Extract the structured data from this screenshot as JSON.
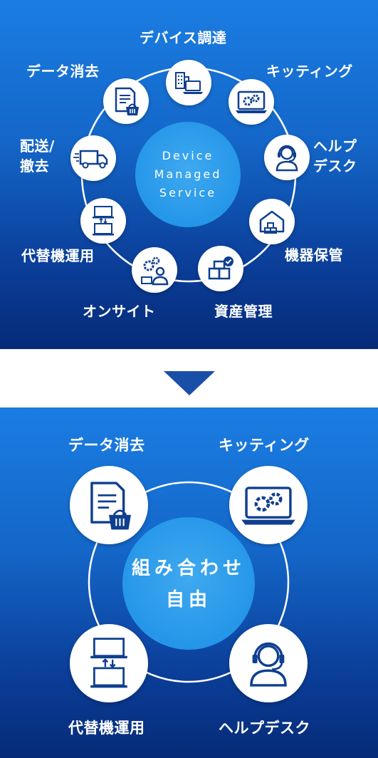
{
  "top_diagram": {
    "center_lines": [
      "Device",
      "Managed",
      "Service"
    ],
    "services": [
      {
        "label": "デバイス調達",
        "icon": "building-laptop-icon"
      },
      {
        "label": "キッティング",
        "icon": "laptop-gears-icon"
      },
      {
        "label": "ヘルプ\nデスク",
        "icon": "headset-operator-icon"
      },
      {
        "label": "機器保管",
        "icon": "warehouse-boxes-icon"
      },
      {
        "label": "資産管理",
        "icon": "boxes-check-icon"
      },
      {
        "label": "オンサイト",
        "icon": "gears-worker-icon"
      },
      {
        "label": "代替機運用",
        "icon": "laptop-swap-icon"
      },
      {
        "label": "配送/\n撤去",
        "icon": "delivery-truck-icon"
      },
      {
        "label": "データ消去",
        "icon": "document-basket-icon"
      }
    ]
  },
  "bottom_diagram": {
    "center_lines": [
      "組み合わせ",
      "自由"
    ],
    "services": [
      {
        "label": "データ消去",
        "icon": "document-basket-icon"
      },
      {
        "label": "キッティング",
        "icon": "laptop-gears-icon"
      },
      {
        "label": "代替機運用",
        "icon": "laptop-swap-icon"
      },
      {
        "label": "ヘルプデスク",
        "icon": "headset-operator-icon"
      }
    ]
  },
  "colors": {
    "panel_top": "#1b7de2",
    "panel_bottom": "#062b78",
    "center_circle": "#2596e8",
    "icon_stroke": "#0f3f8f",
    "arrow": "#1a4fa8"
  }
}
